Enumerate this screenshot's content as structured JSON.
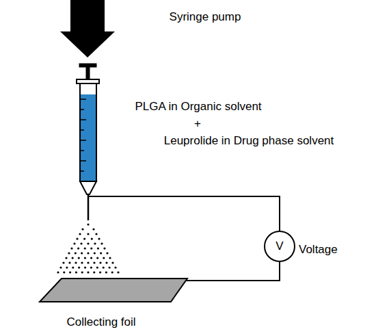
{
  "diagram": {
    "nodes": [
      {
        "text": [
          "V"
        ]
      }
    ],
    "labels": [
      "Syringe pump",
      "PLGA in Organic solvent",
      "+",
      "Leuprolide in Drug phase solvent",
      "Voltage",
      "Collecting foil"
    ]
  }
}
